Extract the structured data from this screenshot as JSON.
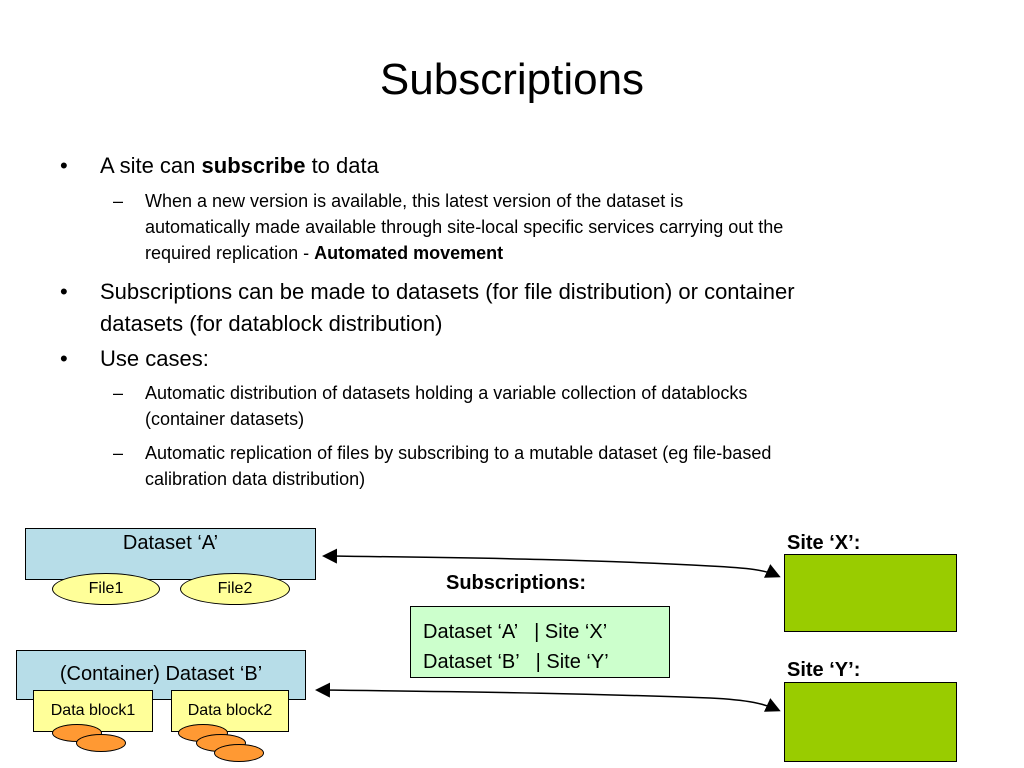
{
  "title": "Subscriptions",
  "bullets": {
    "b1": {
      "pre": "A site can ",
      "bold": "subscribe",
      "post": " to data"
    },
    "b1_1": {
      "l1": "When a new version is available, this latest version of the dataset is",
      "l2": "automatically made available through site-local specific services carrying out the",
      "l3_pre": "required replication - ",
      "l3_bold": "Automated movement"
    },
    "b2": {
      "l1": "Subscriptions can be made to datasets (for file distribution) or container",
      "l2": "datasets (for datablock distribution)"
    },
    "b3": "Use cases:",
    "b3_1": {
      "l1": "Automatic distribution of datasets holding a variable collection of datablocks",
      "l2": "(container datasets)"
    },
    "b3_2": {
      "l1": "Automatic replication of files by subscribing to a mutable dataset (eg file-based",
      "l2": "calibration data distribution)"
    },
    "bullet_mark": "•",
    "dash_mark": "–"
  },
  "diagram": {
    "dataset_a": "Dataset ‘A’",
    "file1": "File1",
    "file2": "File2",
    "dataset_b": "(Container) Dataset ‘B’",
    "datablock1": "Data block1",
    "datablock2": "Data block2",
    "site_x_label": "Site ‘X’:",
    "site_y_label": "Site ‘Y’:",
    "subscriptions_title": "Subscriptions:",
    "subscription_rows": [
      "Dataset ‘A’   | Site ‘X’",
      "Dataset ‘B’   | Site ‘Y’"
    ]
  },
  "colors": {
    "dataset_fill": "#b7dde8",
    "file_fill": "#ffff99",
    "site_fill": "#99cc00",
    "subs_fill": "#ccffcc",
    "orange": "#ff9933"
  }
}
